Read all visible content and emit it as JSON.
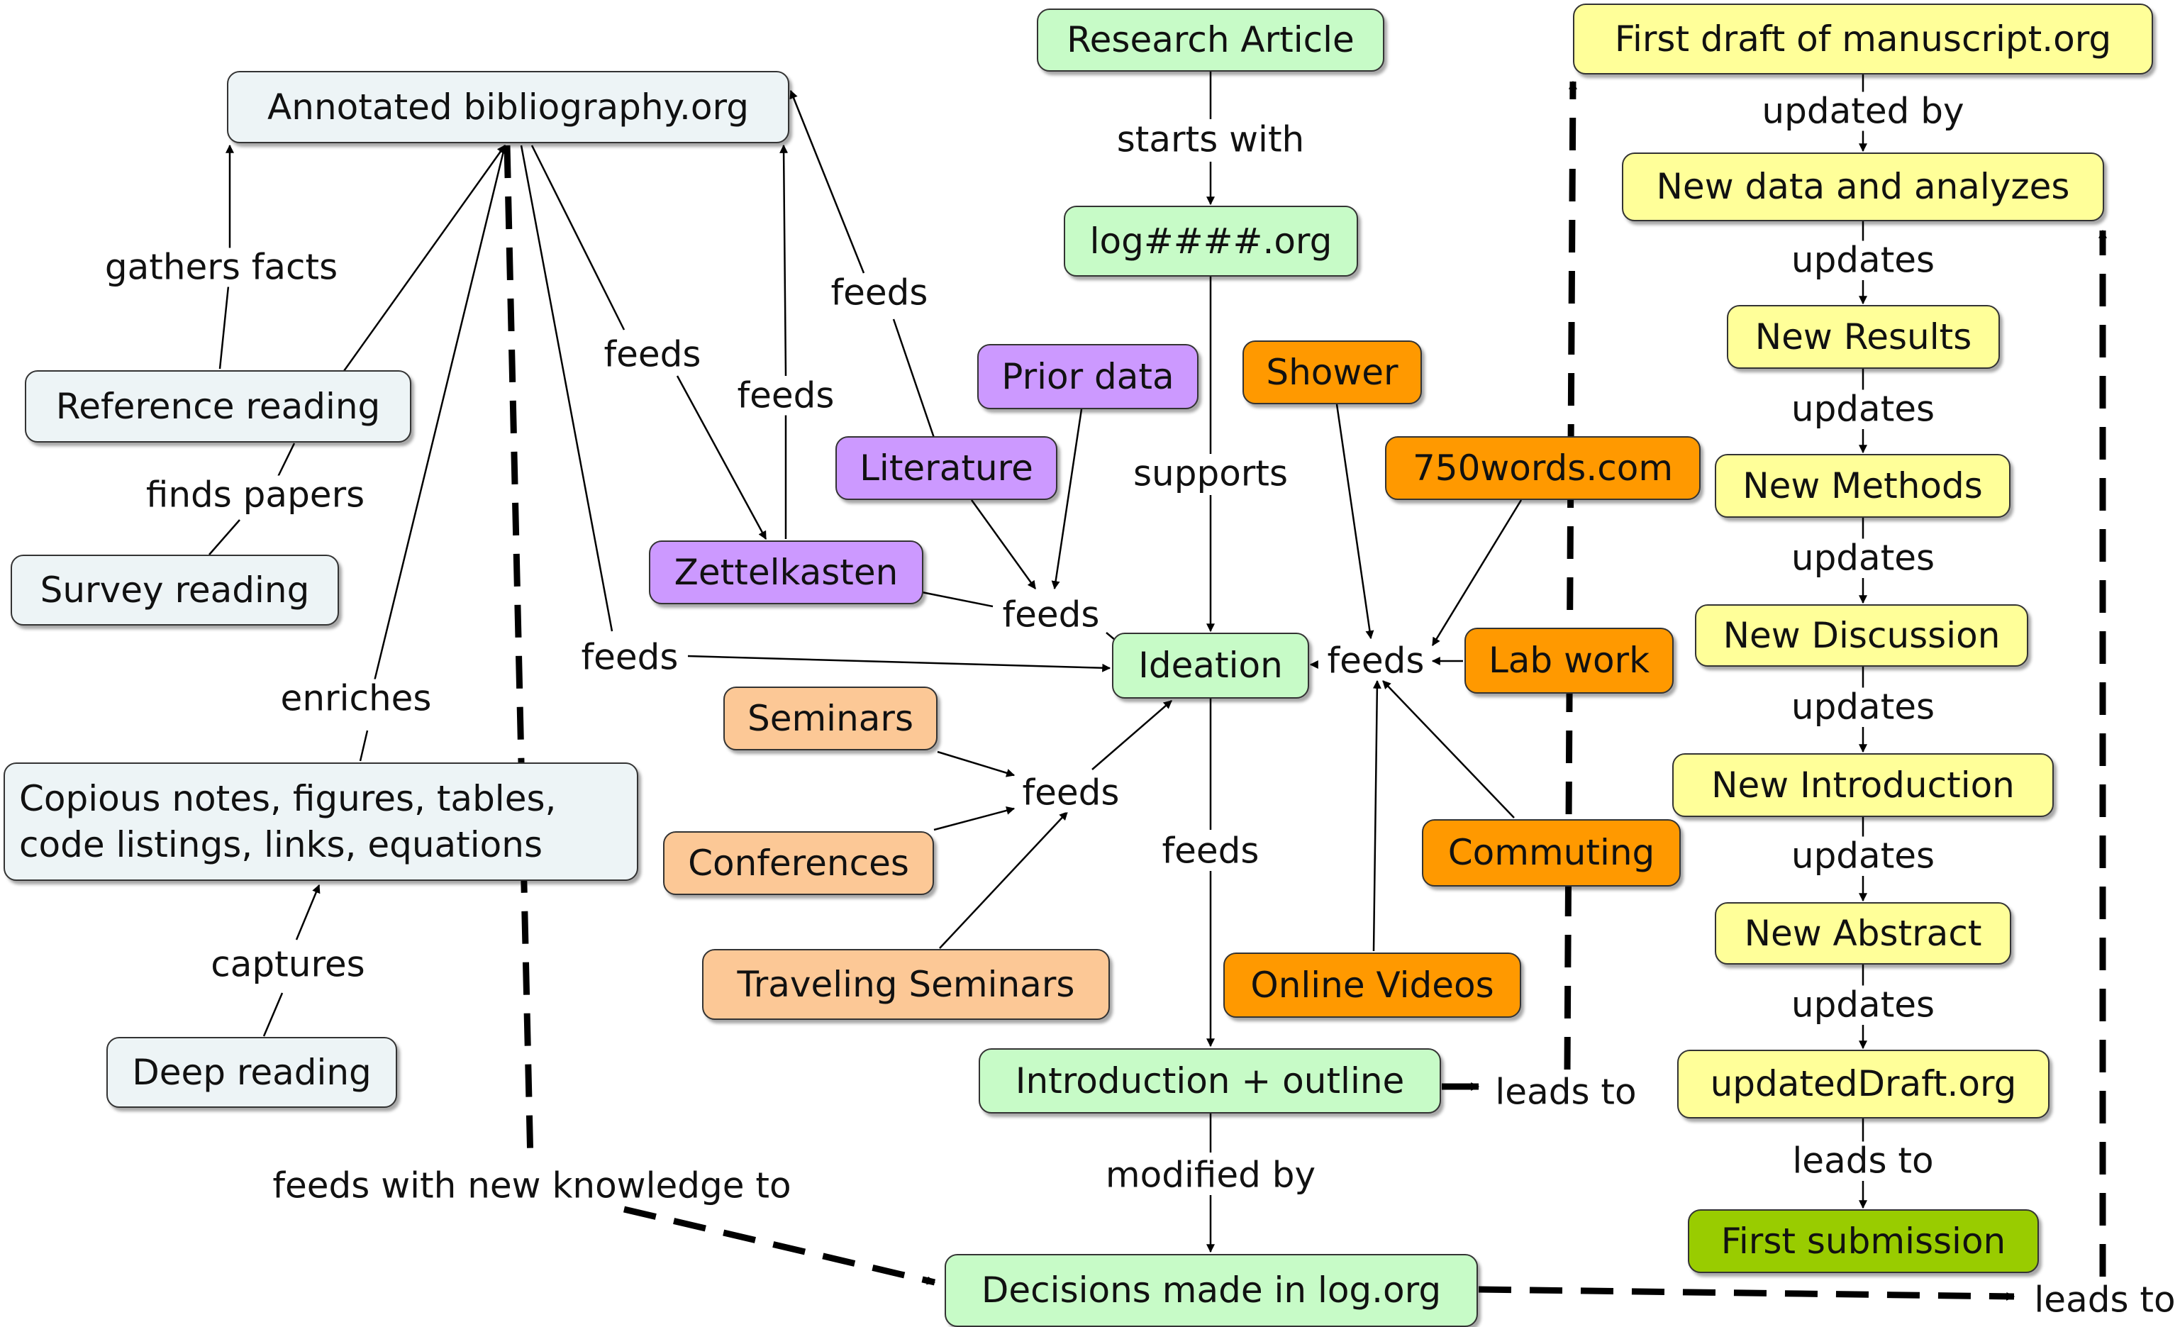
{
  "colors": {
    "reading": "#edf4f6",
    "article": "#c7fbc7",
    "sources": "#cc99ff",
    "events": "#fcc896",
    "triggers": "#ff9900",
    "manuscript": "#ffff99",
    "submission": "#99cc00"
  },
  "nodes": {
    "annotated_bibliography": "Annotated bibliography.org",
    "reference_reading": "Reference reading",
    "survey_reading": "Survey reading",
    "copious_notes": "Copious notes, figures, tables,\ncode listings, links, equations",
    "deep_reading": "Deep reading",
    "research_article": "Research Article",
    "log_org": "log####.org",
    "prior_data": "Prior data",
    "literature": "Literature",
    "zettelkasten": "Zettelkasten",
    "ideation": "Ideation",
    "seminars": "Seminars",
    "conferences": "Conferences",
    "traveling_seminars": "Traveling Seminars",
    "introduction_outline": "Introduction + outline",
    "decisions_log": "Decisions made in log.org",
    "shower": "Shower",
    "words750": "750words.com",
    "lab_work": "Lab work",
    "commuting": "Commuting",
    "online_videos": "Online Videos",
    "first_draft": "First draft of manuscript.org",
    "new_data": "New data and analyzes",
    "new_results": "New Results",
    "new_methods": "New Methods",
    "new_discussion": "New Discussion",
    "new_introduction": "New Introduction",
    "new_abstract": "New Abstract",
    "updated_draft": "updatedDraft.org",
    "first_submission": "First submission"
  },
  "labels": {
    "gathers_facts": "gathers facts",
    "finds_papers": "finds papers",
    "enriches": "enriches",
    "captures": "captures",
    "feeds_with_new_knowledge": "feeds with new knowledge to",
    "feeds_bib_zettel": "feeds",
    "feeds_zettel_bib": "feeds",
    "feeds_lit_bib": "feeds",
    "feeds_bib_ideation": "feeds",
    "feeds_sources": "feeds",
    "feeds_events": "feeds",
    "feeds_triggers": "feeds",
    "feeds_ideation_intro": "feeds",
    "starts_with": "starts with",
    "supports": "supports",
    "modified_by": "modified by",
    "leads_to_intro": "leads to",
    "leads_to_decisions": "leads to",
    "updated_by": "updated by",
    "updates_1": "updates",
    "updates_2": "updates",
    "updates_3": "updates",
    "updates_4": "updates",
    "updates_5": "updates",
    "updates_6": "updates",
    "leads_to_submission": "leads to"
  }
}
